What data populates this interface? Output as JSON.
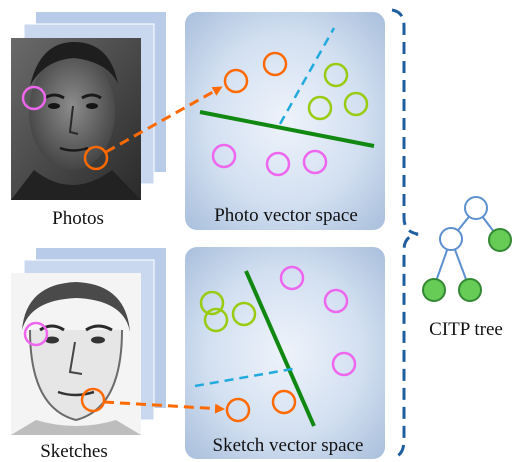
{
  "labels": {
    "photos": "Photos",
    "sketches": "Sketches",
    "photo_space": "Photo vector space",
    "sketch_space": "Sketch vector space",
    "tree": "CITP tree"
  },
  "colors": {
    "orange": "#ff6a00",
    "magenta": "#ee66ee",
    "lime": "#99cc11",
    "green_line": "#118811",
    "cyan_dash": "#22aadd",
    "bracket": "#1f5fa0",
    "node_stroke": "#5c8fd0",
    "leaf_fill": "#66cc55",
    "leaf_stroke": "#338833",
    "panel_light": "#eef3fb",
    "panel_dark": "#a9bfdc",
    "paper": "#b8ccea"
  },
  "icons": {
    "photo_face": "grayscale-face-photo",
    "sketch_face": "pencil-sketch-face",
    "tree": "binary-tree-icon"
  }
}
